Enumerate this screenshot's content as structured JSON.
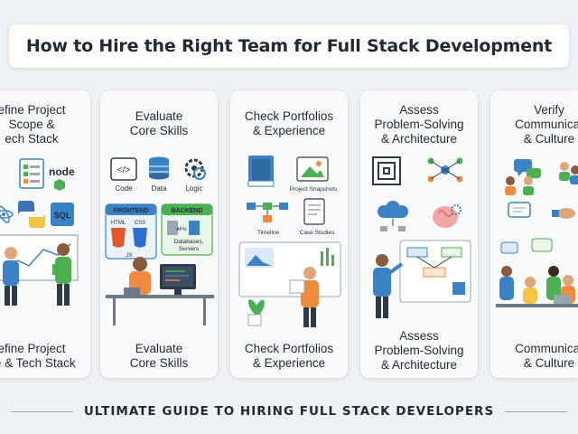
{
  "title": "How to Hire the Right Team for Full Stack Development",
  "cards": [
    {
      "heading_lines": [
        "efine Project",
        "Scope &",
        "ech Stack"
      ],
      "footer_lines": [
        "efine Project",
        "pe & Tech Stack"
      ],
      "icons": [
        "pencil-icon",
        "checklist-icon",
        "node-logo",
        "react-icon",
        "python-icon",
        "sql-database-icon",
        "whiteboard-icon"
      ],
      "logo_text": "node",
      "db_text": "SQL"
    },
    {
      "heading_lines": [
        "Evaluate",
        "Core Skills"
      ],
      "footer_lines": [
        "Evaluate",
        "Core Skills"
      ],
      "icon_labels": [
        "Code",
        "Data",
        "Logic"
      ],
      "frontend_label": "FRONTEND",
      "backend_label": "BACKEND",
      "frontend_items": [
        "HTML",
        "CSS",
        "JS"
      ],
      "backend_items": [
        "APIs",
        "Databases,",
        "Servers"
      ]
    },
    {
      "heading_lines": [
        "Check Portfolios",
        "& Experience"
      ],
      "footer_lines": [
        "Check Portfolios",
        "& Experience"
      ],
      "icon_labels": [
        "Project Snapshots",
        "Timeline",
        "Case Studies"
      ]
    },
    {
      "heading_lines": [
        "Assess",
        "Problem-Solving",
        "& Architecture"
      ],
      "footer_lines": [
        "Assess",
        "Problem-Solving",
        "& Architecture"
      ]
    },
    {
      "heading_lines": [
        "Verify",
        "Communicat",
        "& Culture"
      ],
      "footer_lines": [
        "Communicat",
        "& Culture"
      ]
    }
  ],
  "bottom_banner": "ULTIMATE GUIDE TO HIRING FULL STACK DEVELOPERS",
  "colors": {
    "background": "#eef2f6",
    "card": "#f8fafc",
    "accent_blue": "#3b82c4",
    "accent_orange": "#f08a3c",
    "accent_green": "#4caf50",
    "text": "#1f2a37"
  }
}
